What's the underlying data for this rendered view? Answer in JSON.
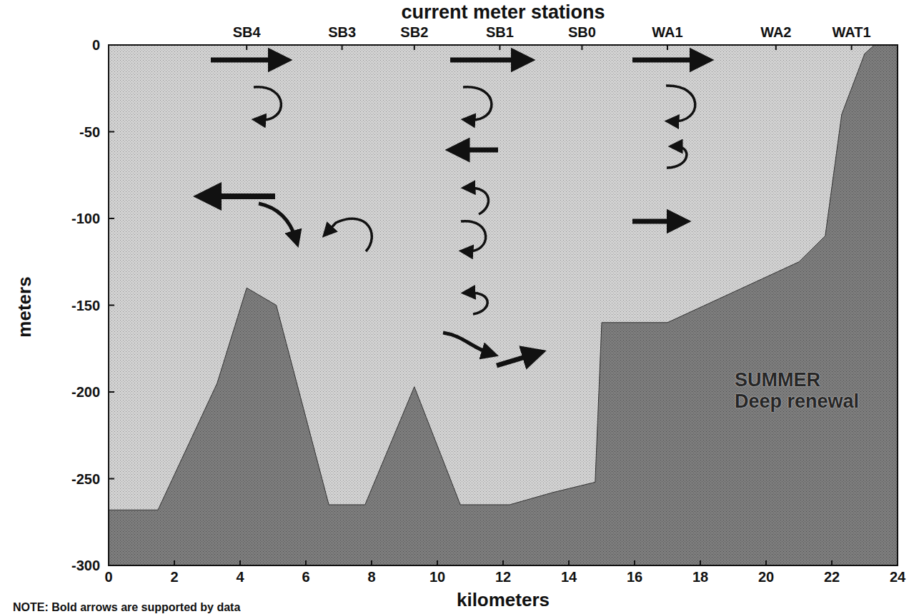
{
  "diagram": {
    "title": "current meter stations",
    "labels": [
      "SB4",
      "SB3",
      "SB2",
      "SB1",
      "SB0",
      "WA1",
      "WA2",
      "WAT1",
      "0",
      "-50",
      "-100",
      "-150",
      "-200",
      "-250",
      "-300",
      "0",
      "2",
      "4",
      "6",
      "8",
      "10",
      "12",
      "14",
      "16",
      "18",
      "20",
      "22",
      "24",
      "meters",
      "kilometers",
      "SUMMER Deep renewal",
      "NOTE: Bold arrows are supported by data"
    ]
  }
}
